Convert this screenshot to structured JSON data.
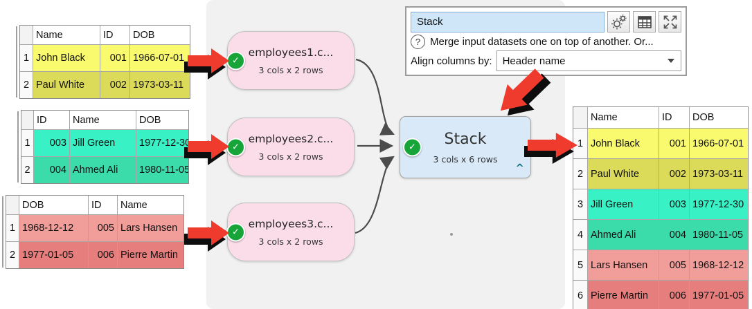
{
  "icons": {
    "check": "✓",
    "help": "?",
    "caret": "^"
  },
  "panel": {
    "name_value": "Stack",
    "description": "Merge input datasets one on top of another. Or...",
    "align_label": "Align columns by:",
    "align_value": "Header name"
  },
  "nodes": [
    {
      "title": "employees1.c...",
      "subtitle": "3 cols x 2 rows"
    },
    {
      "title": "employees2.c...",
      "subtitle": "3 cols x 2 rows"
    },
    {
      "title": "employees3.c...",
      "subtitle": "3 cols x 2 rows"
    }
  ],
  "stack_node": {
    "title": "Stack",
    "subtitle": "3 cols x 6 rows"
  },
  "tables": {
    "input1": {
      "columns": [
        "Name",
        "ID",
        "DOB"
      ],
      "rows": [
        [
          "John Black",
          "001",
          "1966-07-01"
        ],
        [
          "Paul White",
          "002",
          "1973-03-11"
        ]
      ],
      "row_colors": [
        "#fafa6e",
        "#dcdb59"
      ]
    },
    "input2": {
      "columns": [
        "ID",
        "Name",
        "DOB"
      ],
      "rows": [
        [
          "003",
          "Jill Green",
          "1977-12-30"
        ],
        [
          "004",
          "Ahmed Ali",
          "1980-11-05"
        ]
      ],
      "row_colors": [
        "#38f2c6",
        "#3cdcaa"
      ]
    },
    "input3": {
      "columns": [
        "DOB",
        "ID",
        "Name"
      ],
      "rows": [
        [
          "1968-12-12",
          "005",
          "Lars Hansen"
        ],
        [
          "1977-01-05",
          "006",
          "Pierre Martin"
        ]
      ],
      "row_colors": [
        "#f19d99",
        "#e57e7c"
      ]
    },
    "output": {
      "columns": [
        "Name",
        "ID",
        "DOB"
      ],
      "rows": [
        [
          "John Black",
          "001",
          "1966-07-01"
        ],
        [
          "Paul White",
          "002",
          "1973-03-11"
        ],
        [
          "Jill Green",
          "003",
          "1977-12-30"
        ],
        [
          "Ahmed Ali",
          "004",
          "1980-11-05"
        ],
        [
          "Lars Hansen",
          "005",
          "1968-12-12"
        ],
        [
          "Pierre Martin",
          "006",
          "1977-01-05"
        ]
      ],
      "row_colors": [
        "#fafa6e",
        "#dcdb59",
        "#38f2c6",
        "#3cdcaa",
        "#f19d99",
        "#e57e7c"
      ]
    }
  },
  "colors": {
    "accent_red": "#ef3b2d",
    "node_pink": "#fadde8",
    "node_blue": "#d9e9f8",
    "status_green": "#17a53a",
    "canvas_gray": "#f1f1f1",
    "caret_teal": "#17707e",
    "input_blue": "#cfe6f9"
  }
}
